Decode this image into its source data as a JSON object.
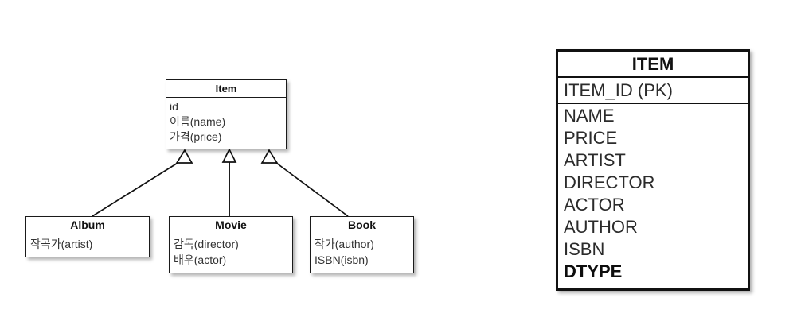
{
  "diagram": {
    "type": "uml-class-inheritance-to-single-table",
    "classes": [
      {
        "id": "item",
        "name": "Item",
        "role": "superclass",
        "attributes": [
          "id",
          "이름(name)",
          "가격(price)"
        ]
      },
      {
        "id": "album",
        "name": "Album",
        "role": "subclass",
        "attributes": [
          "작곡가(artist)"
        ]
      },
      {
        "id": "movie",
        "name": "Movie",
        "role": "subclass",
        "attributes": [
          "감독(director)",
          "배우(actor)"
        ]
      },
      {
        "id": "book",
        "name": "Book",
        "role": "subclass",
        "attributes": [
          "작가(author)",
          "ISBN(isbn)"
        ]
      }
    ],
    "relations": [
      {
        "from": "Album",
        "to": "Item",
        "kind": "generalization",
        "arrow": "hollow-triangle"
      },
      {
        "from": "Movie",
        "to": "Item",
        "kind": "generalization",
        "arrow": "hollow-triangle"
      },
      {
        "from": "Book",
        "to": "Item",
        "kind": "generalization",
        "arrow": "hollow-triangle"
      }
    ]
  },
  "table": {
    "name": "ITEM",
    "primary_key": "ITEM_ID (PK)",
    "columns": [
      {
        "name": "NAME",
        "emphasis": "normal"
      },
      {
        "name": "PRICE",
        "emphasis": "normal"
      },
      {
        "name": "ARTIST",
        "emphasis": "normal"
      },
      {
        "name": "DIRECTOR",
        "emphasis": "normal"
      },
      {
        "name": "ACTOR",
        "emphasis": "normal"
      },
      {
        "name": "AUTHOR",
        "emphasis": "normal"
      },
      {
        "name": "ISBN",
        "emphasis": "normal"
      },
      {
        "name": "DTYPE",
        "emphasis": "bold"
      }
    ]
  },
  "colors": {
    "background": "#ffffff",
    "line": "#111111",
    "text": "#2b2b2b",
    "title_text": "#111111"
  }
}
